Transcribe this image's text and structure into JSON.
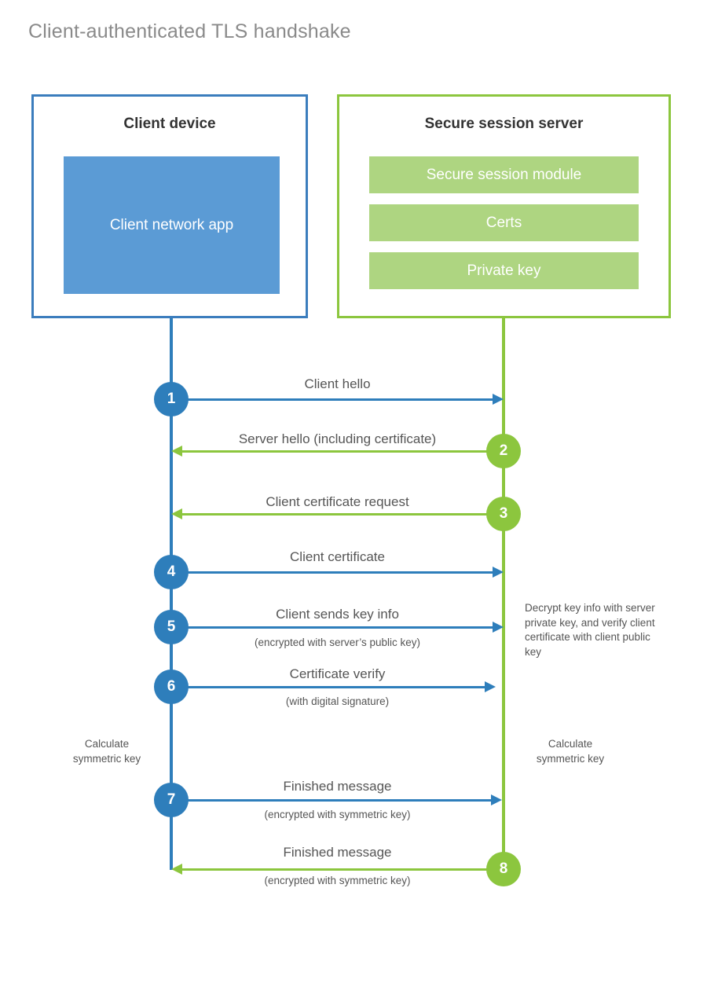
{
  "diagram": {
    "title": "Client-authenticated TLS handshake",
    "colors": {
      "client_blue": "#2e7ebb",
      "client_app_fill": "#5b9bd5",
      "server_green": "#8cc63e",
      "server_bar_fill": "#aed581",
      "title_gray": "#8a8a8a",
      "text_gray": "#555555",
      "background": "#ffffff"
    }
  },
  "actors": {
    "client": {
      "title": "Client device",
      "app_label": "Client network app"
    },
    "server": {
      "title": "Secure session server",
      "components": [
        "Secure session module",
        "Certs",
        "Private key"
      ]
    }
  },
  "steps": [
    {
      "number": "1",
      "label": "Client hello",
      "sublabel": "",
      "direction": "client-to-server",
      "color": "blue"
    },
    {
      "number": "2",
      "label": "Server hello (including certificate)",
      "sublabel": "",
      "direction": "server-to-client",
      "color": "green"
    },
    {
      "number": "3",
      "label": "Client certificate request",
      "sublabel": "",
      "direction": "server-to-client",
      "color": "green"
    },
    {
      "number": "4",
      "label": "Client certificate",
      "sublabel": "",
      "direction": "client-to-server",
      "color": "blue"
    },
    {
      "number": "5",
      "label": "Client sends key info",
      "sublabel": "(encrypted with server’s public key)",
      "direction": "client-to-server",
      "color": "blue"
    },
    {
      "number": "6",
      "label": "Certificate verify",
      "sublabel": "(with digital signature)",
      "direction": "client-to-server",
      "color": "blue"
    },
    {
      "number": "7",
      "label": "Finished message",
      "sublabel": "(encrypted with symmetric key)",
      "direction": "client-to-server",
      "color": "blue"
    },
    {
      "number": "8",
      "label": "Finished message",
      "sublabel": "(encrypted with symmetric key)",
      "direction": "server-to-client",
      "color": "green"
    }
  ],
  "notes": {
    "server_decrypt": "Decrypt key info with server private key, and verify client certificate with client public key",
    "client_calculate": "Calculate symmetric key",
    "server_calculate": "Calculate symmetric key"
  }
}
